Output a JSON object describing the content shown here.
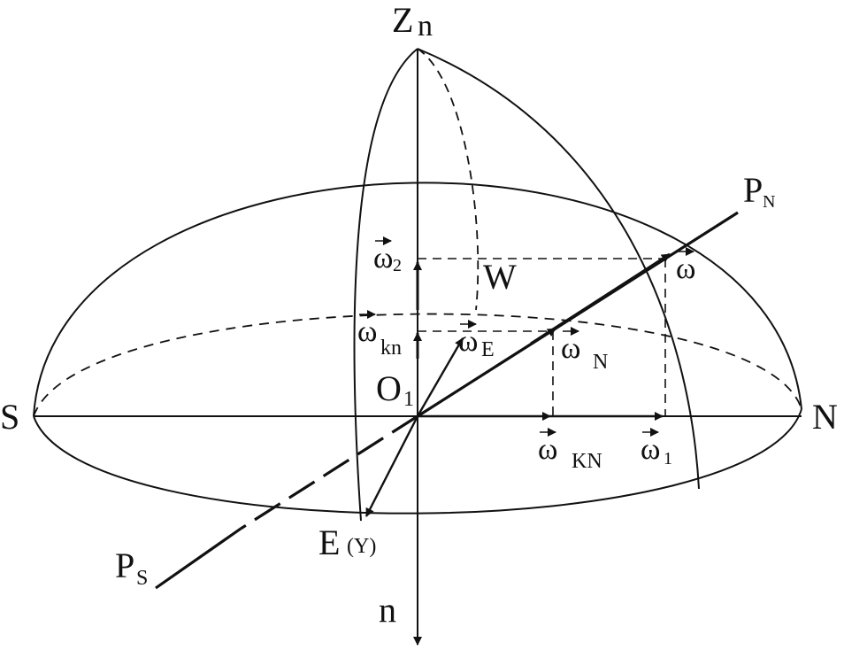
{
  "labels": {
    "zenith_main": "Z",
    "zenith_sub": "n",
    "south": "S",
    "north": "N",
    "west": "W",
    "east_main": "E",
    "east_sub": "(Y)",
    "nadir": "n",
    "center_main": "O",
    "center_sub": "1",
    "pole_north_main": "P",
    "pole_north_sub": "N",
    "pole_south_main": "P",
    "pole_south_sub": "S"
  },
  "vectors": {
    "omega_symbol": "ω",
    "omega2_sub": "2",
    "omega_kn_sub": "kn",
    "omega_e_sub": "E",
    "omega_n_sub": "N",
    "omega_KN_sub": "KN",
    "omega1_sub": "1"
  },
  "colors": {
    "ink": "#111111",
    "background": "#ffffff"
  }
}
